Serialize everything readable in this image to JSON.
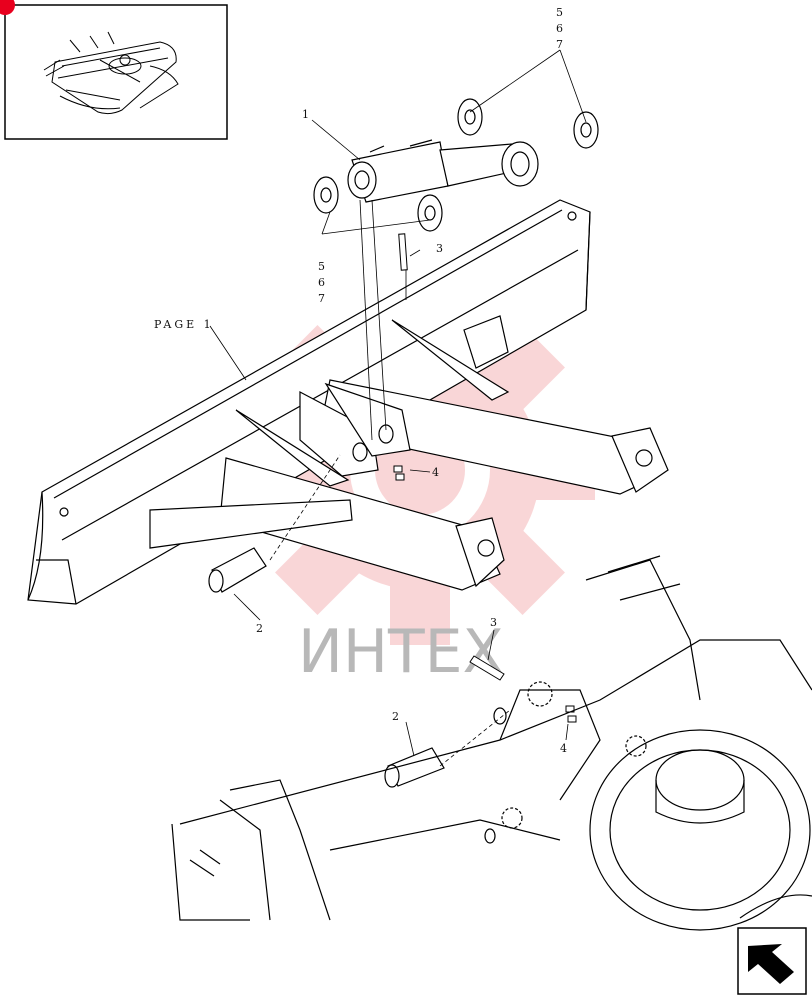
{
  "labels": {
    "callout_1": "1",
    "callout_2_upper": "2",
    "callout_2_lower": "2",
    "callout_3_upper": "3",
    "callout_3_lower": "3",
    "callout_4_upper": "4",
    "callout_4_lower": "4",
    "callout_5_top": "5",
    "callout_6_top": "6",
    "callout_7_top": "7",
    "callout_5_left": "5",
    "callout_6_left": "6",
    "callout_7_left": "7",
    "page_ref": "PAGE 1"
  },
  "watermark": {
    "text": "ИНТЕХ",
    "color": "#e8474c"
  },
  "icons": {
    "thumbnail": "crawler-undercarriage-thumbnail",
    "nav": "next-page-arrow-icon"
  }
}
